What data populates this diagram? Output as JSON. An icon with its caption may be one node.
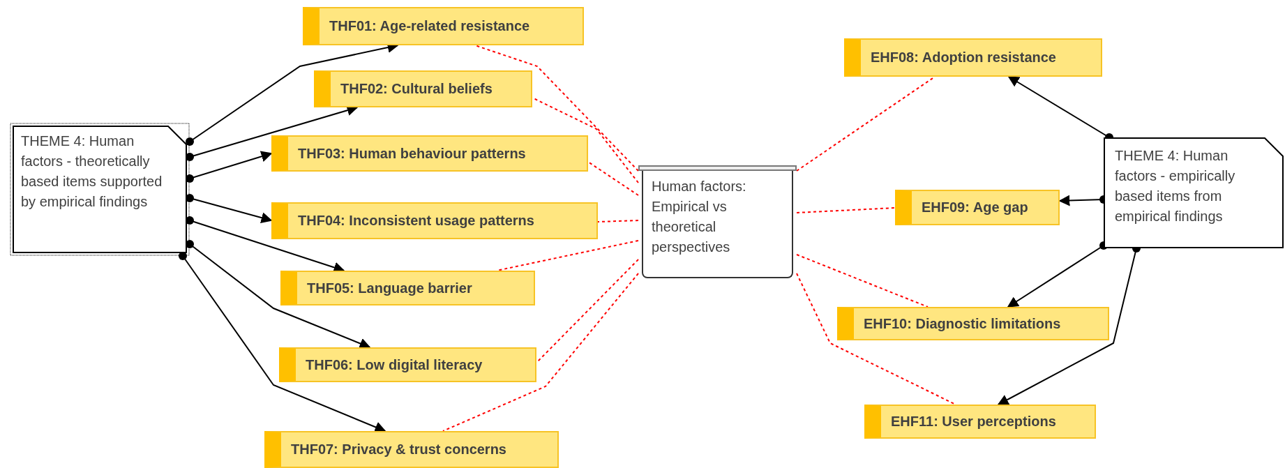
{
  "diagram": {
    "nodes": [
      {
        "text": [
          "THEME 4: Human factors - theoretically based items supported by empirical findings"
        ]
      },
      {
        "text": [
          "THF01: Age-related resistance"
        ]
      },
      {
        "text": [
          "THF02: Cultural beliefs"
        ]
      },
      {
        "text": [
          "THF03: Human behaviour patterns"
        ]
      },
      {
        "text": [
          "THF04: Inconsistent usage patterns"
        ]
      },
      {
        "text": [
          "THF05: Language barrier"
        ]
      },
      {
        "text": [
          "THF06: Low digital literacy"
        ]
      },
      {
        "text": [
          "THF07: Privacy & trust concerns"
        ]
      },
      {
        "text": [
          "Human factors: Empirical vs theoretical perspectives"
        ]
      },
      {
        "text": [
          "THEME 4: Human factors - empirically based items from empirical findings"
        ]
      },
      {
        "text": [
          "EHF08: Adoption resistance"
        ]
      },
      {
        "text": [
          "EHF09: Age gap"
        ]
      },
      {
        "text": [
          "EHF10: Diagnostic limitations"
        ]
      },
      {
        "text": [
          "EHF11: User perceptions"
        ]
      }
    ],
    "edges": [
      {
        "from": 0,
        "to": 1,
        "arrow": "to"
      },
      {
        "from": 0,
        "to": 2,
        "arrow": "to"
      },
      {
        "from": 0,
        "to": 3,
        "arrow": "to"
      },
      {
        "from": 0,
        "to": 4,
        "arrow": "to"
      },
      {
        "from": 0,
        "to": 5,
        "arrow": "to"
      },
      {
        "from": 0,
        "to": 6,
        "arrow": "to"
      },
      {
        "from": 0,
        "to": 7,
        "arrow": "to"
      },
      {
        "from": 9,
        "to": 10,
        "arrow": "to"
      },
      {
        "from": 9,
        "to": 11,
        "arrow": "to"
      },
      {
        "from": 9,
        "to": 12,
        "arrow": "to"
      },
      {
        "from": 9,
        "to": 13,
        "arrow": "to"
      },
      {
        "from": 8,
        "to": 1,
        "arrow": "none",
        "style": "dashed",
        "color": "#ff0000"
      },
      {
        "from": 8,
        "to": 2,
        "arrow": "none",
        "style": "dashed",
        "color": "#ff0000"
      },
      {
        "from": 8,
        "to": 3,
        "arrow": "none",
        "style": "dashed",
        "color": "#ff0000"
      },
      {
        "from": 8,
        "to": 4,
        "arrow": "none",
        "style": "dashed",
        "color": "#ff0000"
      },
      {
        "from": 8,
        "to": 5,
        "arrow": "none",
        "style": "dashed",
        "color": "#ff0000"
      },
      {
        "from": 8,
        "to": 6,
        "arrow": "none",
        "style": "dashed",
        "color": "#ff0000"
      },
      {
        "from": 8,
        "to": 7,
        "arrow": "none",
        "style": "dashed",
        "color": "#ff0000"
      },
      {
        "from": 8,
        "to": 10,
        "arrow": "none",
        "style": "dashed",
        "color": "#ff0000"
      },
      {
        "from": 8,
        "to": 11,
        "arrow": "none",
        "style": "dashed",
        "color": "#ff0000"
      },
      {
        "from": 8,
        "to": 12,
        "arrow": "none",
        "style": "dashed",
        "color": "#ff0000"
      },
      {
        "from": 8,
        "to": 13,
        "arrow": "none",
        "style": "dashed",
        "color": "#ff0000"
      }
    ]
  }
}
